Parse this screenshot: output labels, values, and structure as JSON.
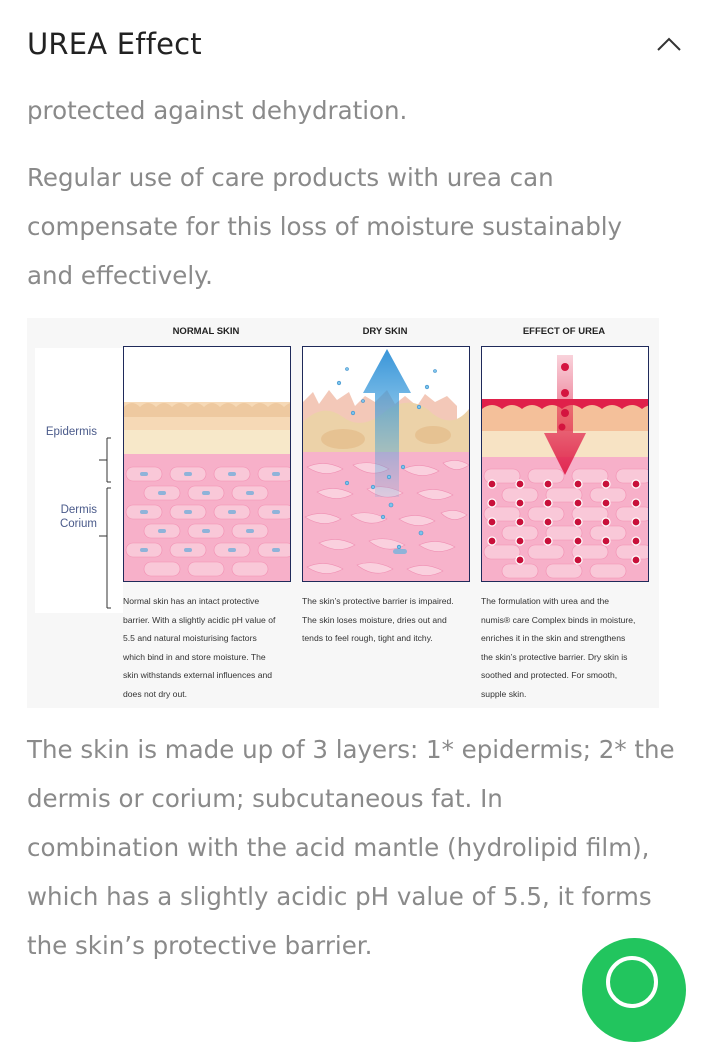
{
  "section": {
    "title": "UREA Effect",
    "toggle_icon": "chevron-up-icon"
  },
  "paragraphs": {
    "p1": "protected against dehydration.",
    "p2_lines": [
      "Regular use of care products with urea can",
      "compensate for this loss of moisture sustainably",
      "and effectively."
    ],
    "p3_lines": [
      "The skin is made up of 3 layers: 1* epidermis; 2* the",
      "dermis or corium; subcutaneous fat. In",
      "combination with the acid mantle (hydrolipid film),",
      "which has a slightly acidic pH value of 5.5, it forms",
      "the skin’s protective barrier."
    ]
  },
  "figure": {
    "labels": {
      "epidermis": "Epidermis",
      "dermis": "Dermis",
      "corium": "Corium"
    },
    "columns": [
      {
        "title": "NORMAL SKIN",
        "caption_lines": [
          "Normal skin has an intact protective",
          "barrier. With a slightly acidic pH value of",
          "5.5 and natural moisturising factors",
          "which bind in and store moisture. The",
          "skin withstands external influences and",
          "does not dry out."
        ]
      },
      {
        "title": "DRY SKIN",
        "caption_lines": [
          "The skin’s protective barrier is impaired.",
          "The skin loses moisture, dries out and",
          "tends to feel rough, tight and itchy."
        ]
      },
      {
        "title": "EFFECT OF UREA",
        "caption_lines": [
          "The formulation with urea and the",
          "numis® care Complex binds in moisture,",
          "enriches it in the skin and strengthens",
          "the skin’s protective barrier. Dry skin is",
          "soothed and protected. For smooth,",
          "supple skin."
        ]
      }
    ]
  },
  "colors": {
    "title_text": "#222222",
    "body_text": "#8a8a8a",
    "fab_green": "#22c55e",
    "skin_pink": "#f5a9c4",
    "arrow_blue": "#3aa6e0",
    "arrow_red": "#e0204a"
  },
  "fab": {
    "icon": "whatsapp-icon"
  }
}
